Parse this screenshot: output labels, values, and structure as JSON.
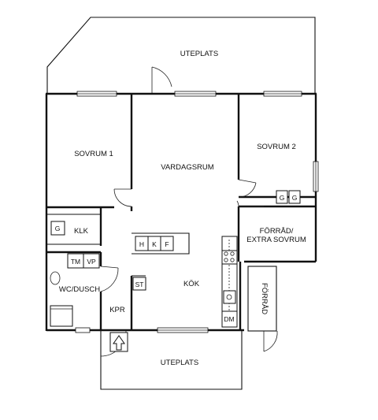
{
  "labels": {
    "uteplats_top": "UTEPLATS",
    "sovrum1": "SOVRUM 1",
    "vardagsrum": "VARDAGSRUM",
    "sovrum2": "SOVRUM 2",
    "klk": "KLK",
    "forrad_extra_line1": "FÖRRÅD/",
    "forrad_extra_line2": "EXTRA SOVRUM",
    "wc_dusch": "WC/DUSCH",
    "kok": "KÖK",
    "kpr": "KPR",
    "forrad_side": "FÖRRÅD",
    "uteplats_bottom": "UTEPLATS"
  },
  "fixtures": {
    "g_sovrum2_a": "G",
    "g_sovrum2_b": "G",
    "g_klk": "G",
    "tm": "TM",
    "vp": "VP",
    "h": "H",
    "k": "K",
    "f": "F",
    "st": "ST",
    "dm": "DM"
  }
}
